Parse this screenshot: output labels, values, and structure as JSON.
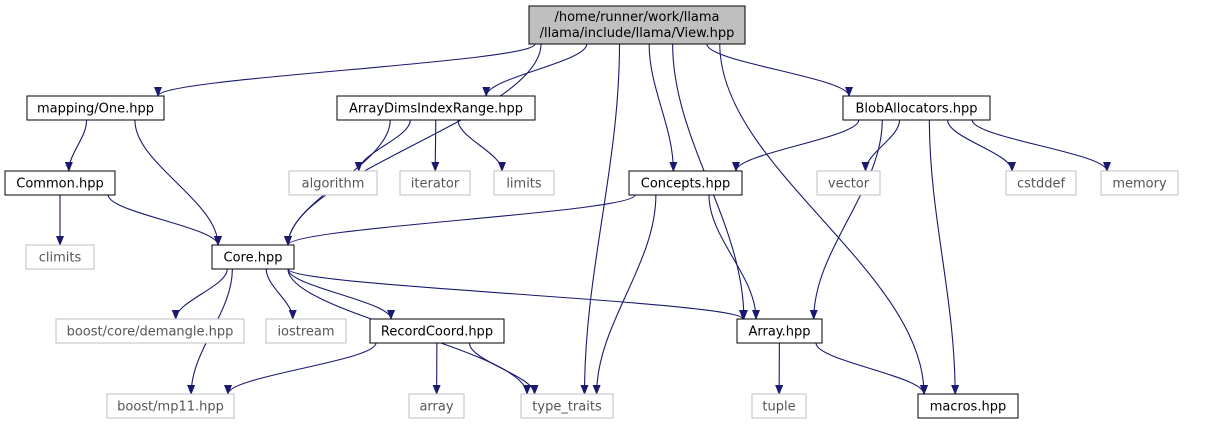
{
  "diagram": {
    "root": {
      "line1": "/home/runner/work/llama",
      "line2": "/llama/include/llama/View.hpp"
    },
    "nodes": [
      {
        "id": "one",
        "label": "mapping/One.hpp",
        "kind": "local"
      },
      {
        "id": "adir",
        "label": "ArrayDimsIndexRange.hpp",
        "kind": "local"
      },
      {
        "id": "blob",
        "label": "BlobAllocators.hpp",
        "kind": "local"
      },
      {
        "id": "common",
        "label": "Common.hpp",
        "kind": "local"
      },
      {
        "id": "algo",
        "label": "algorithm",
        "kind": "system"
      },
      {
        "id": "iter",
        "label": "iterator",
        "kind": "system"
      },
      {
        "id": "limits",
        "label": "limits",
        "kind": "system"
      },
      {
        "id": "concepts",
        "label": "Concepts.hpp",
        "kind": "local"
      },
      {
        "id": "vector",
        "label": "vector",
        "kind": "system"
      },
      {
        "id": "cstddef",
        "label": "cstddef",
        "kind": "system"
      },
      {
        "id": "memory",
        "label": "memory",
        "kind": "system"
      },
      {
        "id": "climits",
        "label": "climits",
        "kind": "system"
      },
      {
        "id": "core",
        "label": "Core.hpp",
        "kind": "local"
      },
      {
        "id": "demangle",
        "label": "boost/core/demangle.hpp",
        "kind": "system"
      },
      {
        "id": "iostream",
        "label": "iostream",
        "kind": "system"
      },
      {
        "id": "record",
        "label": "RecordCoord.hpp",
        "kind": "local"
      },
      {
        "id": "array",
        "label": "Array.hpp",
        "kind": "local"
      },
      {
        "id": "mp11",
        "label": "boost/mp11.hpp",
        "kind": "system"
      },
      {
        "id": "arr",
        "label": "array",
        "kind": "system"
      },
      {
        "id": "tt",
        "label": "type_traits",
        "kind": "system"
      },
      {
        "id": "tuple",
        "label": "tuple",
        "kind": "system"
      },
      {
        "id": "macros",
        "label": "macros.hpp",
        "kind": "local"
      }
    ],
    "edges": [
      [
        "root",
        "one"
      ],
      [
        "root",
        "core"
      ],
      [
        "root",
        "adir"
      ],
      [
        "root",
        "tt"
      ],
      [
        "root",
        "concepts"
      ],
      [
        "root",
        "array"
      ],
      [
        "root",
        "blob"
      ],
      [
        "root",
        "macros"
      ],
      [
        "one",
        "common"
      ],
      [
        "one",
        "core"
      ],
      [
        "adir",
        "core"
      ],
      [
        "adir",
        "algo"
      ],
      [
        "adir",
        "iter"
      ],
      [
        "adir",
        "limits"
      ],
      [
        "blob",
        "concepts"
      ],
      [
        "blob",
        "vector"
      ],
      [
        "blob",
        "cstddef"
      ],
      [
        "blob",
        "memory"
      ],
      [
        "blob",
        "array"
      ],
      [
        "blob",
        "macros"
      ],
      [
        "common",
        "climits"
      ],
      [
        "common",
        "core"
      ],
      [
        "concepts",
        "core"
      ],
      [
        "concepts",
        "tt"
      ],
      [
        "concepts",
        "array"
      ],
      [
        "core",
        "mp11"
      ],
      [
        "core",
        "demangle"
      ],
      [
        "core",
        "iostream"
      ],
      [
        "core",
        "record"
      ],
      [
        "core",
        "array"
      ],
      [
        "core",
        "tt"
      ],
      [
        "record",
        "mp11"
      ],
      [
        "record",
        "arr"
      ],
      [
        "record",
        "tt"
      ],
      [
        "array",
        "tuple"
      ],
      [
        "array",
        "macros"
      ]
    ],
    "colors": {
      "edge": "#191970",
      "local_border": "#000000",
      "system_border": "#bfbfbf",
      "system_text": "#555555",
      "root_fill": "#bfbfbf"
    }
  }
}
